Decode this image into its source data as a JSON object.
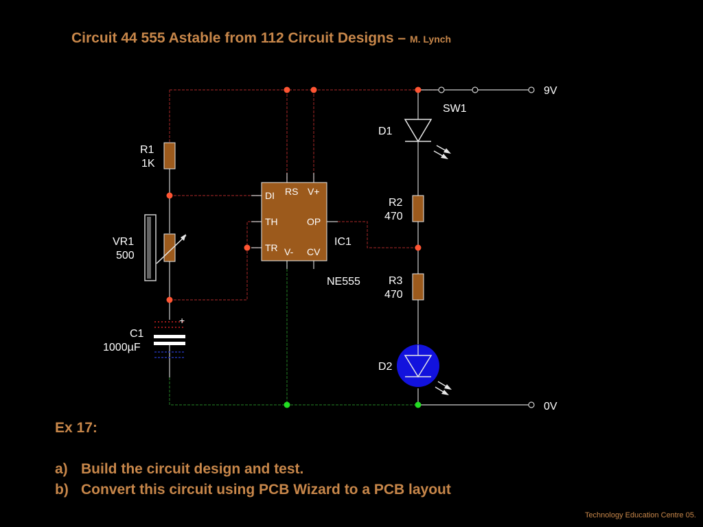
{
  "slide": {
    "title": "Circuit 44 555 Astable from 112 Circuit Designs –",
    "author": "M. Lynch",
    "footer": "Technology Education Centre 05."
  },
  "schematic": {
    "supply_label": "9V",
    "ground_label": "0V",
    "switch": {
      "label": "SW1"
    },
    "components": {
      "r1": {
        "name": "R1",
        "value": "1K"
      },
      "vr1": {
        "name": "VR1",
        "value": "500"
      },
      "c1": {
        "name": "C1",
        "value": "1000µF",
        "polarity": "+"
      },
      "r2": {
        "name": "R2",
        "value": "470"
      },
      "r3": {
        "name": "R3",
        "value": "470"
      },
      "d1": {
        "name": "D1"
      },
      "d2": {
        "name": "D2"
      },
      "ic1": {
        "name": "IC1",
        "part": "NE555",
        "pins": {
          "di": "DI",
          "th": "TH",
          "tr": "TR",
          "rs": "RS",
          "vplus": "V+",
          "op": "OP",
          "vminus": "V-",
          "cv": "CV"
        }
      }
    },
    "colors": {
      "supply_wire": "#8b2222",
      "ground_wire": "#1f6b1f",
      "signal_wire": "#8b2222",
      "wire": "#cfcfcf",
      "supply_node": "#ff5533",
      "ground_node": "#22dd22",
      "resistor": "#9c5a1c",
      "ic_body": "#9c5a1c",
      "led_d2": "#1212dd",
      "capacitor_pos": "#d22222",
      "capacitor_neg": "#2233aa"
    }
  },
  "exercise": {
    "heading": "Ex 17:",
    "tasks": [
      {
        "letter": "a)",
        "text": "Build the circuit design and test."
      },
      {
        "letter": "b)",
        "text": "Convert this circuit using PCB Wizard to a PCB layout"
      }
    ]
  }
}
